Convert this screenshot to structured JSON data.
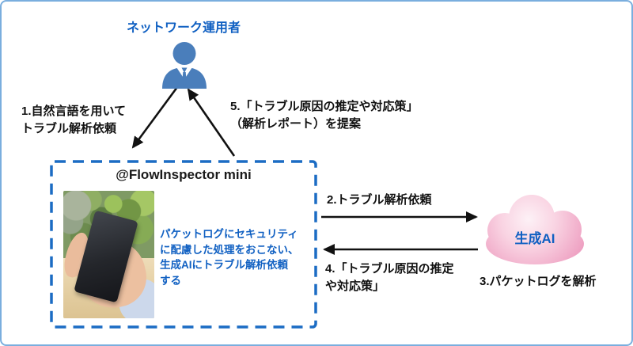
{
  "diagram": {
    "operator_label": "ネットワーク運用者",
    "step1": {
      "line1": "1.自然言語を用いて",
      "line2": "トラブル解析依頼"
    },
    "step5": {
      "line1": "5.「トラブル原因の推定や対応策」",
      "line2": "（解析レポート）を提案"
    },
    "step2": {
      "label": "2.トラブル解析依頼"
    },
    "step3": {
      "label": "3.パケットログを解析"
    },
    "step4": {
      "line1": "4.「トラブル原因の推定",
      "line2": "や対応策」"
    },
    "device_box": {
      "title": "@FlowInspector mini",
      "description_lines": [
        "パケットログにセキュリティ",
        "に配慮した処理をおこない、",
        "生成AIにトラブル解析依頼",
        "する"
      ]
    },
    "cloud_label": "生成AI"
  },
  "colors": {
    "accent_blue": "#1060c2",
    "person_icon_blue": "#4a7ebb",
    "dashed_border_blue": "#1b6cc4",
    "outer_border_blue": "#7aaede",
    "cloud_pink_edge": "#ee9fc1",
    "cloud_pink_center": "#fdeff5",
    "arrow_black": "#111111"
  }
}
